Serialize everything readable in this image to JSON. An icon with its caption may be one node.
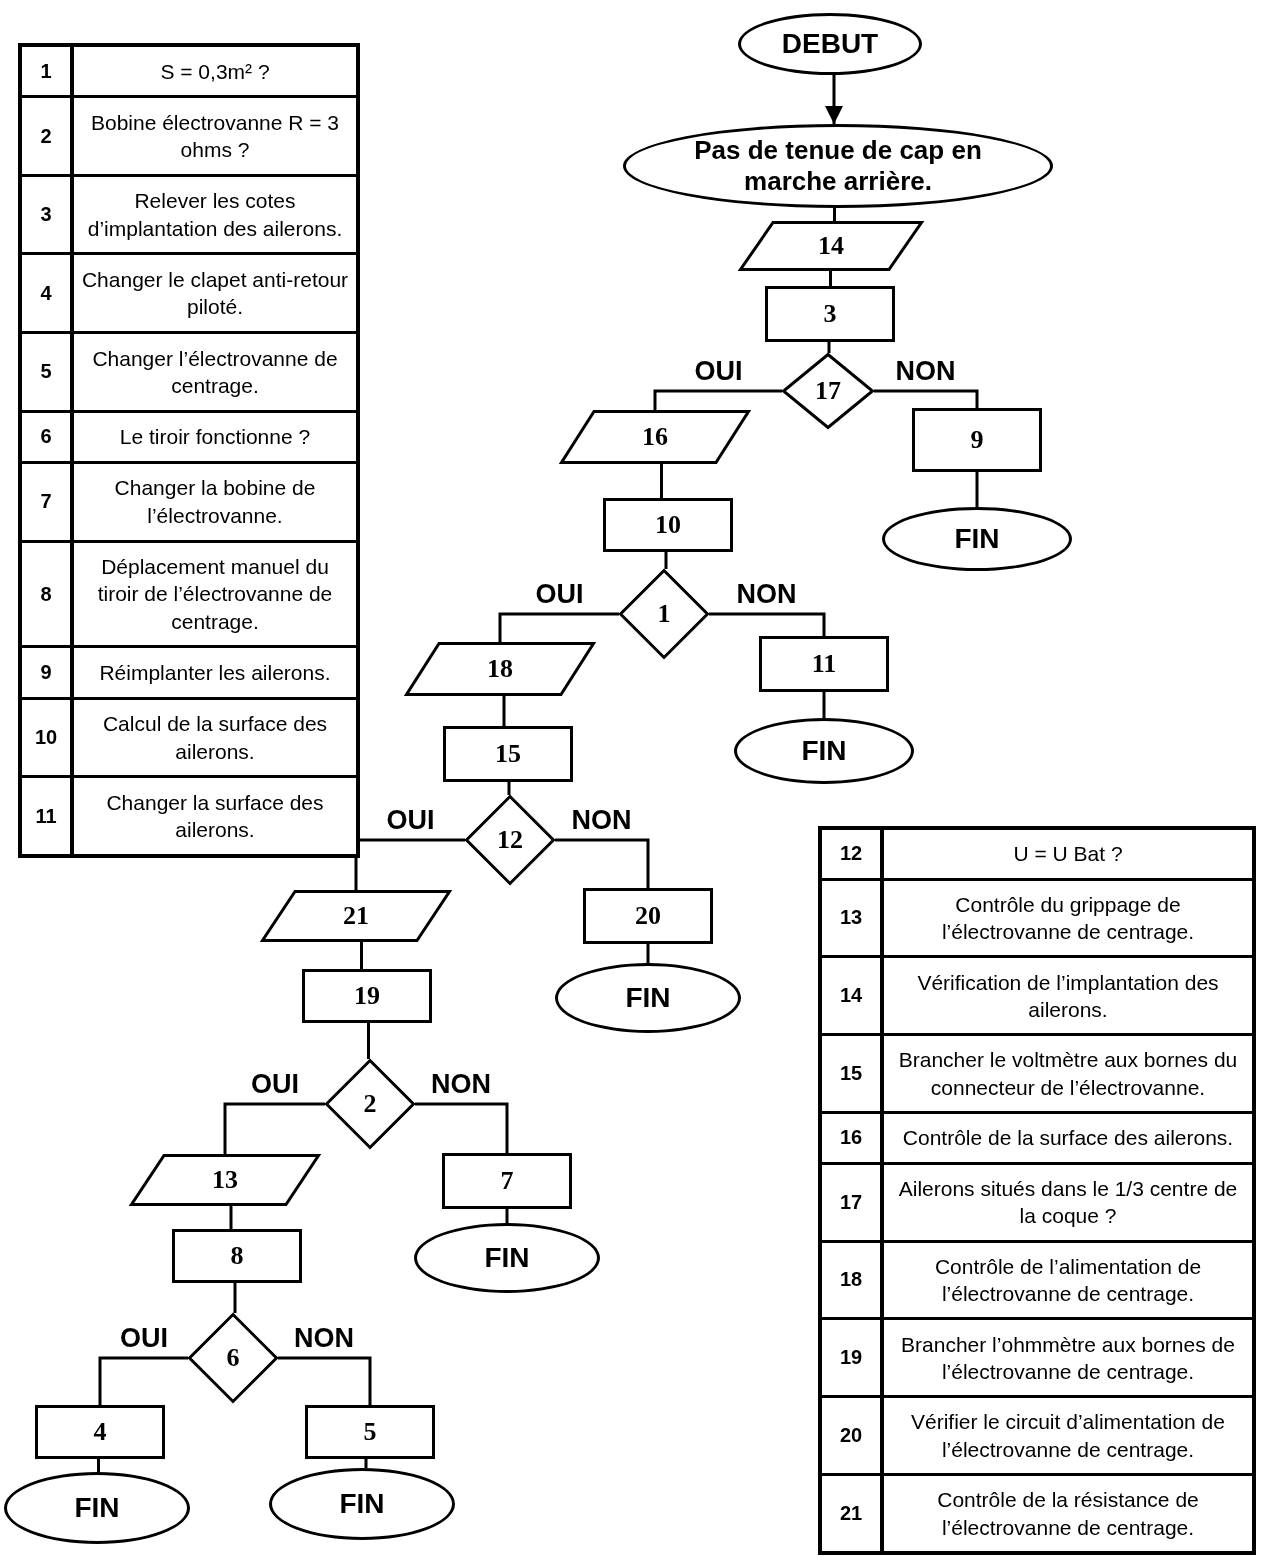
{
  "diagram": {
    "nodes": [
      {
        "text": [
          "DEBUT"
        ]
      },
      {
        "text": [
          "Pas de tenue de cap en marche arrière."
        ]
      },
      {
        "text": [
          "14"
        ]
      },
      {
        "text": [
          "3"
        ]
      },
      {
        "text": [
          "17"
        ]
      },
      {
        "text": [
          "16"
        ]
      },
      {
        "text": [
          "9"
        ]
      },
      {
        "text": [
          "FIN"
        ]
      },
      {
        "text": [
          "10"
        ]
      },
      {
        "text": [
          "1"
        ]
      },
      {
        "text": [
          "18"
        ]
      },
      {
        "text": [
          "11"
        ]
      },
      {
        "text": [
          "FIN"
        ]
      },
      {
        "text": [
          "15"
        ]
      },
      {
        "text": [
          "12"
        ]
      },
      {
        "text": [
          "21"
        ]
      },
      {
        "text": [
          "20"
        ]
      },
      {
        "text": [
          "FIN"
        ]
      },
      {
        "text": [
          "19"
        ]
      },
      {
        "text": [
          "2"
        ]
      },
      {
        "text": [
          "13"
        ]
      },
      {
        "text": [
          "7"
        ]
      },
      {
        "text": [
          "FIN"
        ]
      },
      {
        "text": [
          "8"
        ]
      },
      {
        "text": [
          "6"
        ]
      },
      {
        "text": [
          "4"
        ]
      },
      {
        "text": [
          "5"
        ]
      },
      {
        "text": [
          "FIN"
        ]
      },
      {
        "text": [
          "FIN"
        ]
      }
    ],
    "edges": [
      {
        "from": 0,
        "to": 1,
        "arrow": "to"
      },
      {
        "from": 1,
        "to": 2,
        "arrow": "none"
      },
      {
        "from": 2,
        "to": 3,
        "arrow": "none"
      },
      {
        "from": 3,
        "to": 4,
        "arrow": "none"
      },
      {
        "from": 4,
        "to": 5,
        "arrow": "none",
        "label": "OUI"
      },
      {
        "from": 4,
        "to": 6,
        "arrow": "none",
        "label": "NON"
      },
      {
        "from": 6,
        "to": 7,
        "arrow": "none"
      },
      {
        "from": 5,
        "to": 8,
        "arrow": "none"
      },
      {
        "from": 8,
        "to": 9,
        "arrow": "none"
      },
      {
        "from": 9,
        "to": 10,
        "arrow": "none",
        "label": "OUI"
      },
      {
        "from": 9,
        "to": 11,
        "arrow": "none",
        "label": "NON"
      },
      {
        "from": 11,
        "to": 12,
        "arrow": "none"
      },
      {
        "from": 10,
        "to": 13,
        "arrow": "none"
      },
      {
        "from": 13,
        "to": 14,
        "arrow": "none"
      },
      {
        "from": 14,
        "to": 15,
        "arrow": "none",
        "label": "OUI"
      },
      {
        "from": 14,
        "to": 16,
        "arrow": "none",
        "label": "NON"
      },
      {
        "from": 16,
        "to": 17,
        "arrow": "none"
      },
      {
        "from": 15,
        "to": 18,
        "arrow": "none"
      },
      {
        "from": 18,
        "to": 19,
        "arrow": "none"
      },
      {
        "from": 19,
        "to": 20,
        "arrow": "none",
        "label": "OUI"
      },
      {
        "from": 19,
        "to": 21,
        "arrow": "none",
        "label": "NON"
      },
      {
        "from": 21,
        "to": 22,
        "arrow": "none"
      },
      {
        "from": 20,
        "to": 23,
        "arrow": "none"
      },
      {
        "from": 23,
        "to": 24,
        "arrow": "none"
      },
      {
        "from": 24,
        "to": 25,
        "arrow": "none",
        "label": "OUI"
      },
      {
        "from": 24,
        "to": 26,
        "arrow": "none",
        "label": "NON"
      },
      {
        "from": 25,
        "to": 27,
        "arrow": "none"
      },
      {
        "from": 26,
        "to": 28,
        "arrow": "none"
      }
    ],
    "labels": [
      "1",
      "S = 0,3m² ?",
      "2",
      "Bobine électrovanne R = 3 ohms ?",
      "3",
      "Relever les cotes d’implantation des ailerons.",
      "4",
      "Changer le clapet anti-retour piloté.",
      "5",
      "Changer l’électrovanne de centrage.",
      "6",
      "Le tiroir fonctionne ?",
      "7",
      "Changer la bobine de l’électrovanne.",
      "8",
      "Déplacement manuel du tiroir de l’électrovanne de centrage.",
      "9",
      "Réimplanter les ailerons.",
      "10",
      "Calcul de la surface des ailerons.",
      "11",
      "Changer la surface des ailerons.",
      "12",
      "U = U Bat ?",
      "13",
      "Contrôle du grippage de l’électrovanne de centrage.",
      "14",
      "Vérification de l’implantation des ailerons.",
      "15",
      "Brancher le voltmètre aux bornes du connecteur de l’électrovanne.",
      "16",
      "Contrôle de la surface des ailerons.",
      "17",
      "Ailerons situés dans le 1/3 centre de la coque ?",
      "18",
      "Contrôle de l’alimentation de l’électrovanne de centrage.",
      "19",
      "Brancher l’ohmmètre aux bornes de l’électrovanne de centrage.",
      "20",
      "Vérifier le circuit d’alimentation de l’électrovanne de centrage.",
      "21",
      "Contrôle de la résistance de l’électrovanne de centrage."
    ]
  }
}
